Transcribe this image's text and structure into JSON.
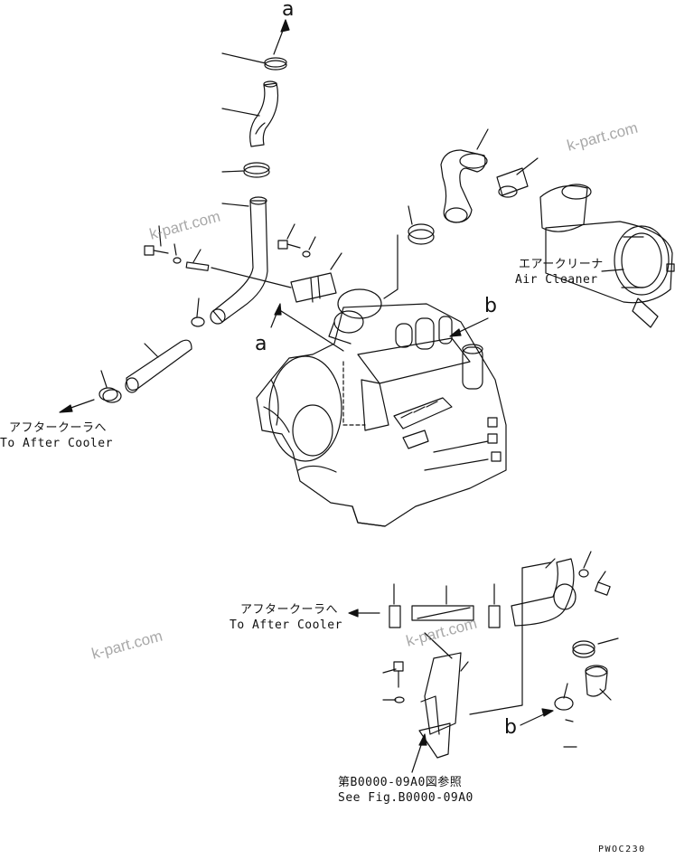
{
  "labels": {
    "after_cooler_top_jp": "アフタークーラへ",
    "after_cooler_top_en": "To After Cooler",
    "after_cooler_bottom_jp": "アフタークーラへ",
    "after_cooler_bottom_en": "To After Cooler",
    "air_cleaner_jp": "エアークリーナ",
    "air_cleaner_en": "Air Cleaner",
    "see_fig_jp": "第B0000-09A0図参照",
    "see_fig_en": "See Fig.B0000-09A0"
  },
  "refs": {
    "a_top": "a",
    "a_engine": "a",
    "b_engine": "b",
    "b_bottom": "b"
  },
  "watermarks": [
    "k-part.com",
    "k-part.com",
    "k-part.com",
    "k-part.com"
  ],
  "drawing_code": "PWOC230",
  "colors": {
    "ink": "#111111",
    "watermark": "#8c8c8c"
  }
}
